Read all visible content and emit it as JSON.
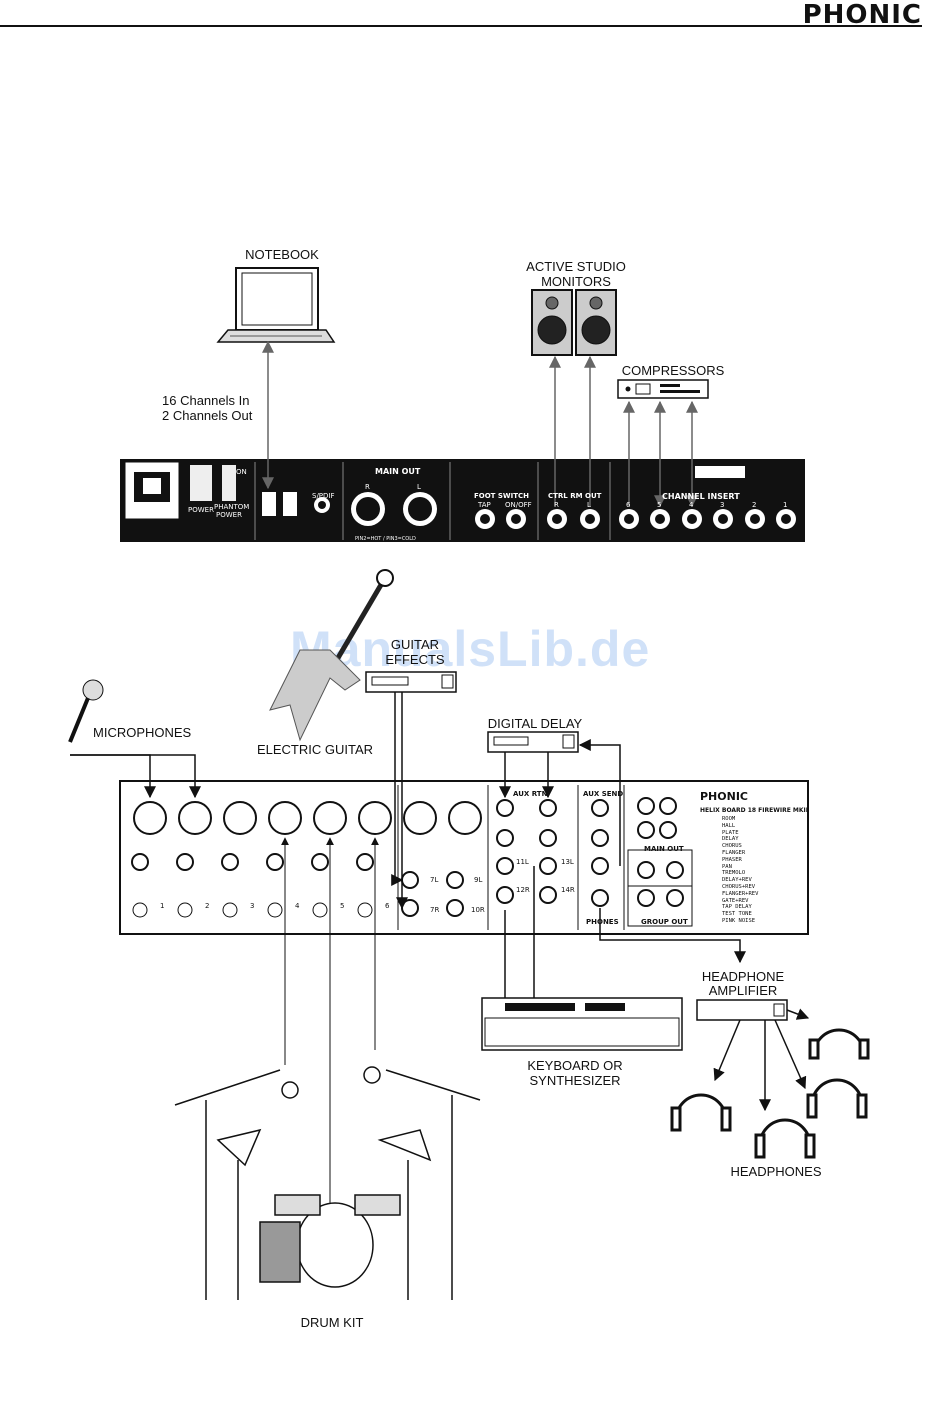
{
  "header": {
    "brand": "PHONIC"
  },
  "watermark": "ManualsLib.de",
  "labels": {
    "notebook": "NOTEBOOK",
    "channels_in": "16 Channels In",
    "channels_out": "2 Channels Out",
    "monitors_line1": "ACTIVE STUDIO",
    "monitors_line2": "MONITORS",
    "compressors": "COMPRESSORS",
    "guitar_effects_line1": "GUITAR",
    "guitar_effects_line2": "EFFECTS",
    "microphones": "MICROPHONES",
    "electric_guitar": "ELECTRIC GUITAR",
    "digital_delay": "DIGITAL DELAY",
    "headphone_amp_line1": "HEADPHONE",
    "headphone_amp_line2": "AMPLIFIER",
    "keyboard_line1": "KEYBOARD OR",
    "keyboard_line2": "SYNTHESIZER",
    "headphones": "HEADPHONES",
    "drum_kit": "DRUM KIT"
  },
  "rear_panel": {
    "on": "ON",
    "power": "POWER",
    "phantom_power": "PHANTOM POWER",
    "spdif": "S/PDIF",
    "main_out": "MAIN OUT",
    "main_out_r": "R",
    "main_out_l": "L",
    "pins": "PIN2=HOT / PIN3=COLD",
    "foot_switch": "FOOT SWITCH",
    "tap": "TAP",
    "on_off": "ON/OFF",
    "ctrl_rm_out": "CTRL RM OUT",
    "ctrl_r": "R",
    "ctrl_l": "L",
    "channel_insert": "CHANNEL INSERT",
    "insert_numbers": [
      "6",
      "5",
      "4",
      "3",
      "2",
      "1"
    ]
  },
  "mixer": {
    "brand": "PHONIC",
    "model": "HELIX BOARD 18 FIREWIRE MKII",
    "aux_rtn": "AUX RTN",
    "aux_send": "AUX SEND",
    "main_out": "MAIN OUT",
    "group_out": "GROUP OUT",
    "phones": "PHONES",
    "channel_numbers": [
      "1",
      "2",
      "3",
      "4",
      "5",
      "6"
    ],
    "stereo_labels": [
      "7L",
      "7R",
      "9L",
      "10R",
      "11L",
      "12R",
      "13L",
      "14R"
    ],
    "effects_list": [
      "ROOM",
      "HALL",
      "PLATE",
      "DELAY",
      "CHORUS",
      "FLANGER",
      "PHASER",
      "PAN",
      "TREMOLO",
      "DELAY+REV",
      "CHORUS+REV",
      "FLANGER+REV",
      "GATE+REV",
      "TAP DELAY",
      "TEST TONE",
      "PINK NOISE"
    ]
  }
}
